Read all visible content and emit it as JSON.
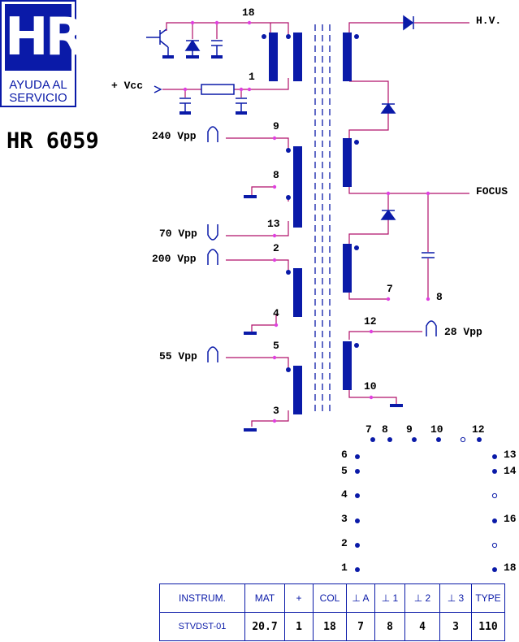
{
  "logo": {
    "mark": "HR",
    "line1": "AYUDA AL",
    "line2": "SERVICIO"
  },
  "model": "HR 6059",
  "colors": {
    "wire": "#b0106a",
    "component": "#0a1aa8",
    "dot": "#e040e0"
  },
  "labels": {
    "hv": "H.V.",
    "vcc": "+ Vcc",
    "focus": "FOCUS",
    "pulse_240": "240 Vpp",
    "pulse_70": "70 Vpp",
    "pulse_200": "200 Vpp",
    "pulse_55": "55 Vpp",
    "pulse_28": "28 Vpp"
  },
  "pins": {
    "p18": "18",
    "p1": "1",
    "p9": "9",
    "p8": "8",
    "p13": "13",
    "p2": "2",
    "p4": "4",
    "p5": "5",
    "p3": "3",
    "p7": "7",
    "p8b": "8",
    "p12": "12",
    "p10": "10"
  },
  "pinout": {
    "top": [
      "7",
      "8",
      "9",
      "10",
      "12"
    ],
    "left": [
      "6",
      "5",
      "4",
      "3",
      "2",
      "1"
    ],
    "right": [
      "13",
      "14",
      "16",
      "18"
    ]
  },
  "table": {
    "headers": [
      "INSTRUM.",
      "MAT",
      "+",
      "COL",
      "⊥ A",
      "⊥ 1",
      "⊥ 2",
      "⊥ 3",
      "TYPE"
    ],
    "values": [
      "STVDST-01",
      "20.7",
      "1",
      "18",
      "7",
      "8",
      "4",
      "3",
      "110"
    ]
  }
}
